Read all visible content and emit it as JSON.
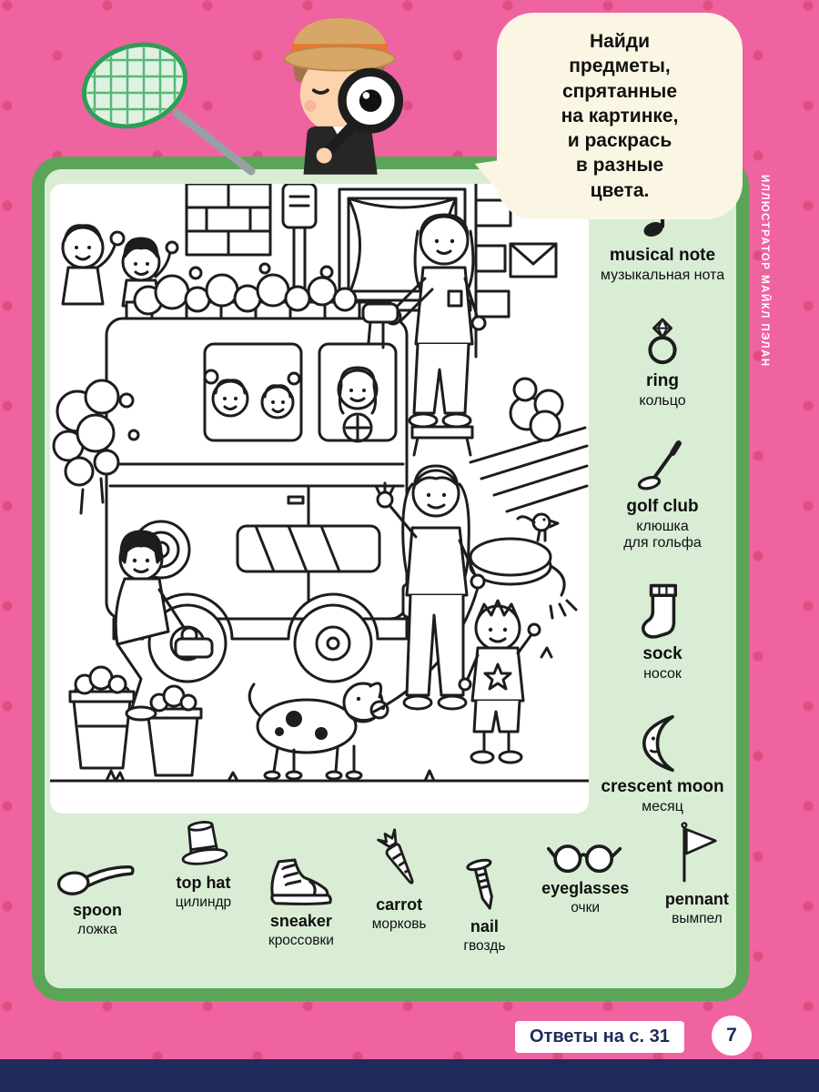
{
  "colors": {
    "background_pink": "#ef63a1",
    "dot_pink": "#e04e81",
    "frame_green": "#5ba558",
    "frame_mint": "#d9edd5",
    "footer_navy": "#1e2b5b",
    "bubble_cream": "#fbf6e4"
  },
  "instruction_bubble": {
    "text": "Найди\nпредметы,\nспрятанные\nна картинке,\nи раскрась\nв разные\nцвета."
  },
  "credit_vertical": "ИЛЛЮСТРАТОР МАЙКЛ ПЭЛАН",
  "items_right": [
    {
      "icon": "musical-note",
      "en": "musical note",
      "ru": "музыкальная нота"
    },
    {
      "icon": "ring",
      "en": "ring",
      "ru": "кольцо"
    },
    {
      "icon": "golf-club",
      "en": "golf club",
      "ru": "клюшка\nдля гольфа"
    },
    {
      "icon": "sock",
      "en": "sock",
      "ru": "носок"
    },
    {
      "icon": "crescent-moon",
      "en": "crescent moon",
      "ru": "месяц"
    }
  ],
  "items_bottom": [
    {
      "icon": "spoon",
      "en": "spoon",
      "ru": "ложка"
    },
    {
      "icon": "top-hat",
      "en": "top hat",
      "ru": "цилиндр"
    },
    {
      "icon": "sneaker",
      "en": "sneaker",
      "ru": "кроссовки"
    },
    {
      "icon": "carrot",
      "en": "carrot",
      "ru": "морковь"
    },
    {
      "icon": "nail",
      "en": "nail",
      "ru": "гвоздь"
    },
    {
      "icon": "eyeglasses",
      "en": "eyeglasses",
      "ru": "очки"
    },
    {
      "icon": "pennant",
      "en": "pennant",
      "ru": "вымпел"
    }
  ],
  "footer": {
    "answers_label": "Ответы на с. 31",
    "page_number": "7"
  }
}
